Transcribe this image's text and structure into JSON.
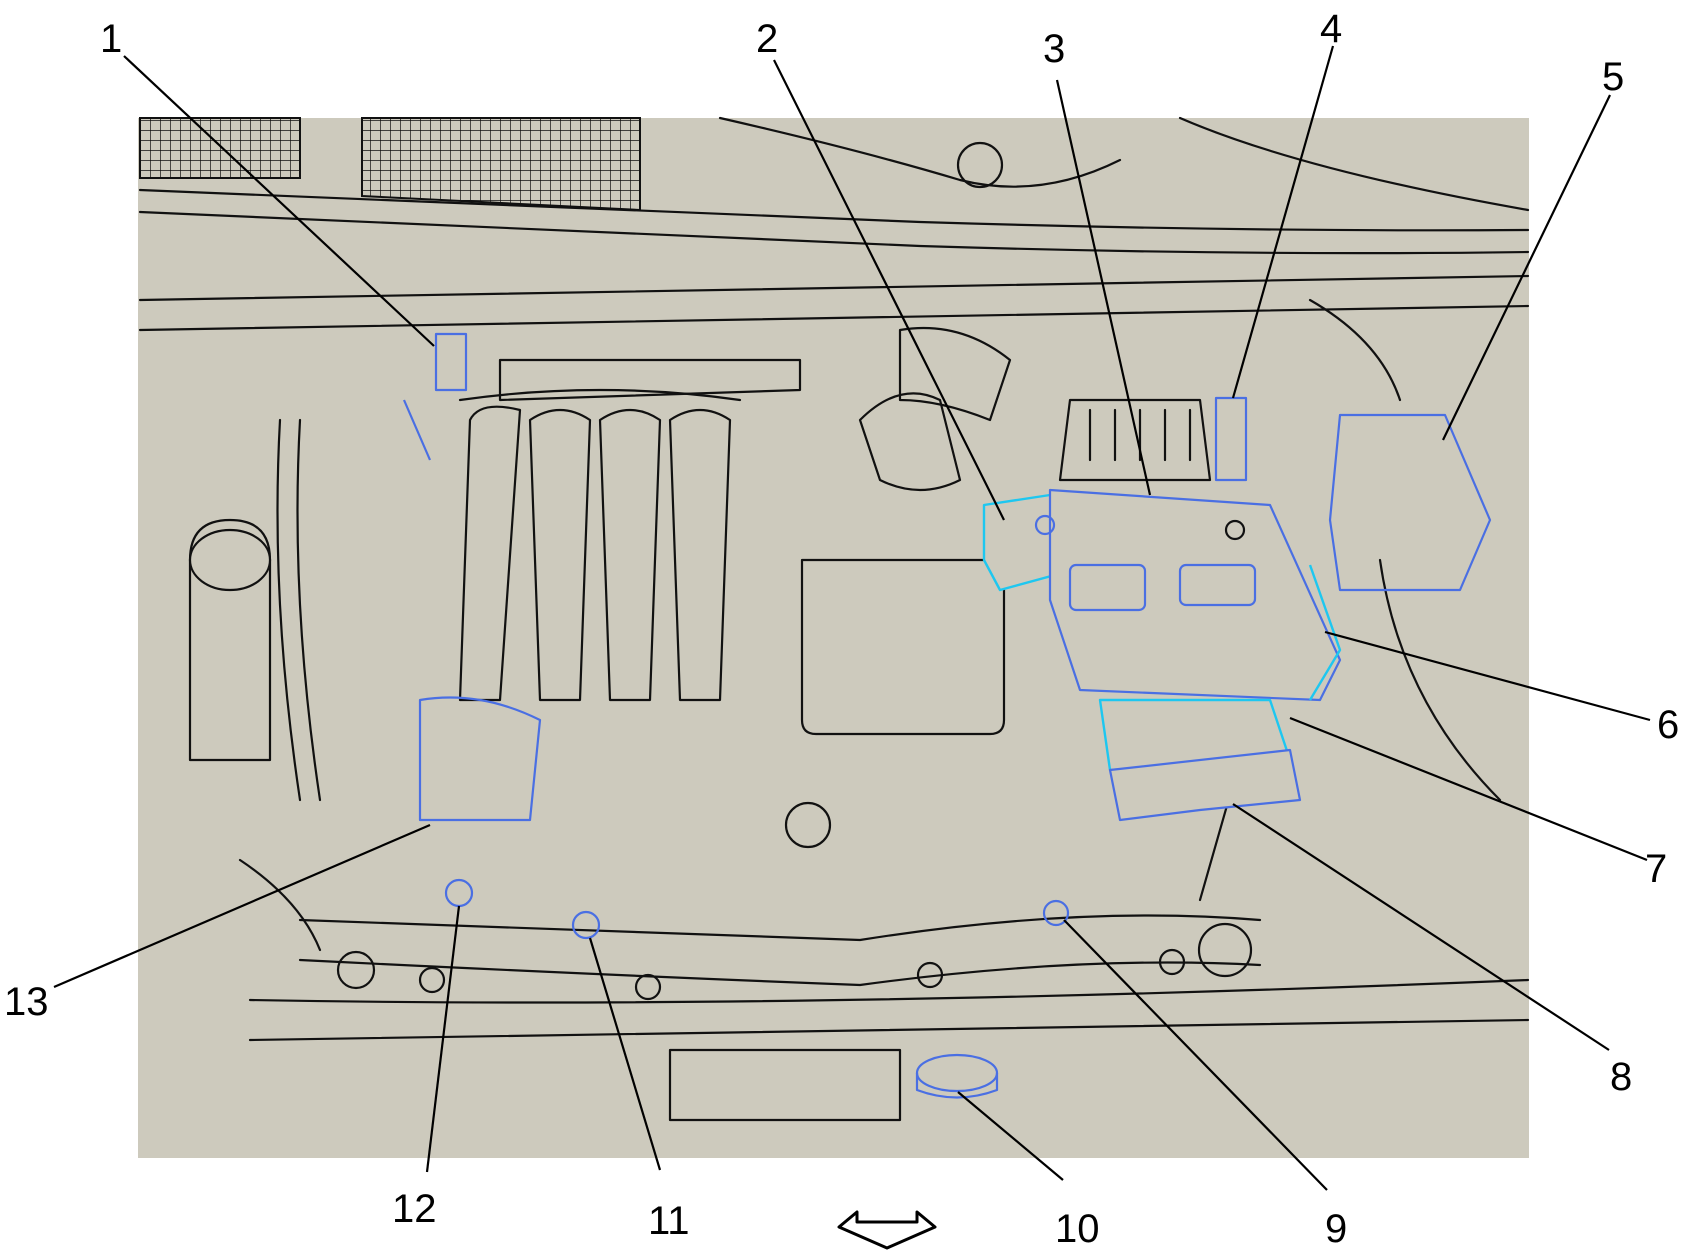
{
  "colors": {
    "background": "#cdcabd",
    "line": "#111111",
    "highlight_blue": "#4a6fe3",
    "highlight_cyan": "#1ec7f0"
  },
  "callouts": [
    {
      "id": 1,
      "label": "1"
    },
    {
      "id": 2,
      "label": "2"
    },
    {
      "id": 3,
      "label": "3"
    },
    {
      "id": 4,
      "label": "4"
    },
    {
      "id": 5,
      "label": "5"
    },
    {
      "id": 6,
      "label": "6"
    },
    {
      "id": 7,
      "label": "7"
    },
    {
      "id": 8,
      "label": "8"
    },
    {
      "id": 9,
      "label": "9"
    },
    {
      "id": 10,
      "label": "10"
    },
    {
      "id": 11,
      "label": "11"
    },
    {
      "id": 12,
      "label": "12"
    },
    {
      "id": 13,
      "label": "13"
    }
  ],
  "direction_icon": "vehicle-front-arrow-icon"
}
